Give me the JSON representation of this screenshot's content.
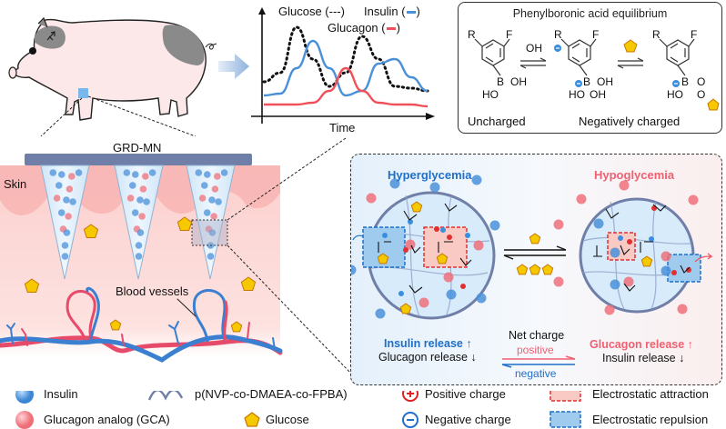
{
  "colors": {
    "insulin": "#4a90d9",
    "glucagon": "#f0707a",
    "glucose": "#f5c800",
    "glucose_stroke": "#c87800",
    "skin": "#fbd5d3",
    "patch": "#6f7fa8",
    "hyper_blue": "#1f6fc8",
    "hypo_red": "#f06070",
    "attraction_fill": "#f9c9c4",
    "attraction_stroke": "#e03030",
    "repulsion_fill": "#9ecbee",
    "repulsion_stroke": "#1f6fc8"
  },
  "chart_data": {
    "type": "line",
    "xlabel": "Time",
    "ylabel": "",
    "legend": "top",
    "series": [
      {
        "name": "Glucose",
        "legend_label": "Glucose (---)",
        "style": "dotted",
        "color": "#111111",
        "x": [
          0,
          1,
          2,
          3,
          4,
          5,
          6,
          7,
          8,
          9,
          10
        ],
        "y": [
          0.35,
          0.45,
          0.95,
          0.6,
          0.3,
          0.45,
          0.85,
          0.6,
          0.3,
          0.28,
          0.25
        ]
      },
      {
        "name": "Insulin",
        "legend_label": "Insulin (",
        "style": "solid",
        "color": "#4a90d9",
        "x": [
          0,
          1,
          2,
          3,
          4,
          5,
          6,
          7,
          8,
          9,
          10
        ],
        "y": [
          0.2,
          0.22,
          0.5,
          0.8,
          0.5,
          0.2,
          0.25,
          0.55,
          0.6,
          0.4,
          0.25
        ]
      },
      {
        "name": "Glucagon",
        "legend_label": "Glucagon (",
        "style": "solid",
        "color": "#f0505a",
        "x": [
          0,
          1,
          2,
          3,
          4,
          5,
          6,
          7,
          8,
          9,
          10
        ],
        "y": [
          0.1,
          0.1,
          0.1,
          0.12,
          0.25,
          0.5,
          0.25,
          0.12,
          0.1,
          0.1,
          0.08
        ]
      }
    ]
  },
  "panels": {
    "graph": {
      "legend_glucose": "Glucose (---)",
      "legend_insulin": "Insulin (",
      "legend_glucagon": "Glucagon (",
      "legend_close": ")",
      "xlabel": "Time"
    },
    "equilibrium": {
      "title": "Phenylboronic acid equilibrium",
      "uncharged": "Uncharged",
      "negatively_charged": "Negatively charged",
      "oh_label": "OH",
      "atoms": {
        "R": "R",
        "F": "F",
        "B": "B",
        "OH": "OH",
        "HO": "HO",
        "O": "O"
      }
    },
    "skin": {
      "patch_label": "GRD-MN",
      "skin_label": "Skin",
      "vessels_label": "Blood vessels"
    },
    "mechanism": {
      "hyper_title": "Hyperglycemia",
      "hypo_title": "Hypoglycemia",
      "insulin_release": "Insulin release ↑",
      "glucagon_release_down": "Glucagon release ↓",
      "glucagon_release_up": "Glucagon release ↑",
      "insulin_release_down": "Insulin release ↓",
      "net_charge": "Net charge",
      "positive": "positive",
      "negative": "negative"
    }
  },
  "legend": {
    "insulin": "Insulin",
    "gca": "Glucagon analog (GCA)",
    "polymer": "p(NVP-co-DMAEA-co-FPBA)",
    "glucose": "Glucose",
    "positive": "Positive charge",
    "negative": "Negative charge",
    "attraction": "Electrostatic attraction",
    "repulsion": "Electrostatic repulsion"
  }
}
